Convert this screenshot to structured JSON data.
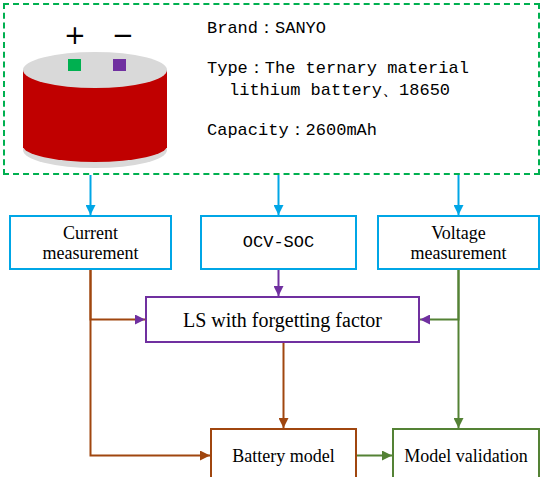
{
  "diagram": {
    "nodes": [
      {
        "text": [
          "Brand：SANYO",
          "Type：The ternary material lithium battery、18650",
          "Capacity：2600mAh"
        ]
      },
      {
        "text": [
          "Current measurement"
        ]
      },
      {
        "text": [
          "OCV-SOC"
        ]
      },
      {
        "text": [
          "Voltage measurement"
        ]
      },
      {
        "text": [
          "LS with forgetting factor"
        ]
      },
      {
        "text": [
          "Battery model"
        ]
      },
      {
        "text": [
          "Model validation"
        ]
      }
    ],
    "edges": [
      {
        "from": 0,
        "to": 1,
        "arrow": "to"
      },
      {
        "from": 0,
        "to": 2,
        "arrow": "to"
      },
      {
        "from": 0,
        "to": 3,
        "arrow": "to"
      },
      {
        "from": 1,
        "to": 4,
        "arrow": "to"
      },
      {
        "from": 2,
        "to": 4,
        "arrow": "to"
      },
      {
        "from": 3,
        "to": 4,
        "arrow": "to"
      },
      {
        "from": 1,
        "to": 5,
        "arrow": "to"
      },
      {
        "from": 4,
        "to": 5,
        "arrow": "to"
      },
      {
        "from": 3,
        "to": 6,
        "arrow": "to"
      },
      {
        "from": 5,
        "to": 6,
        "arrow": "to"
      }
    ],
    "labels": [
      "+",
      "−"
    ]
  }
}
